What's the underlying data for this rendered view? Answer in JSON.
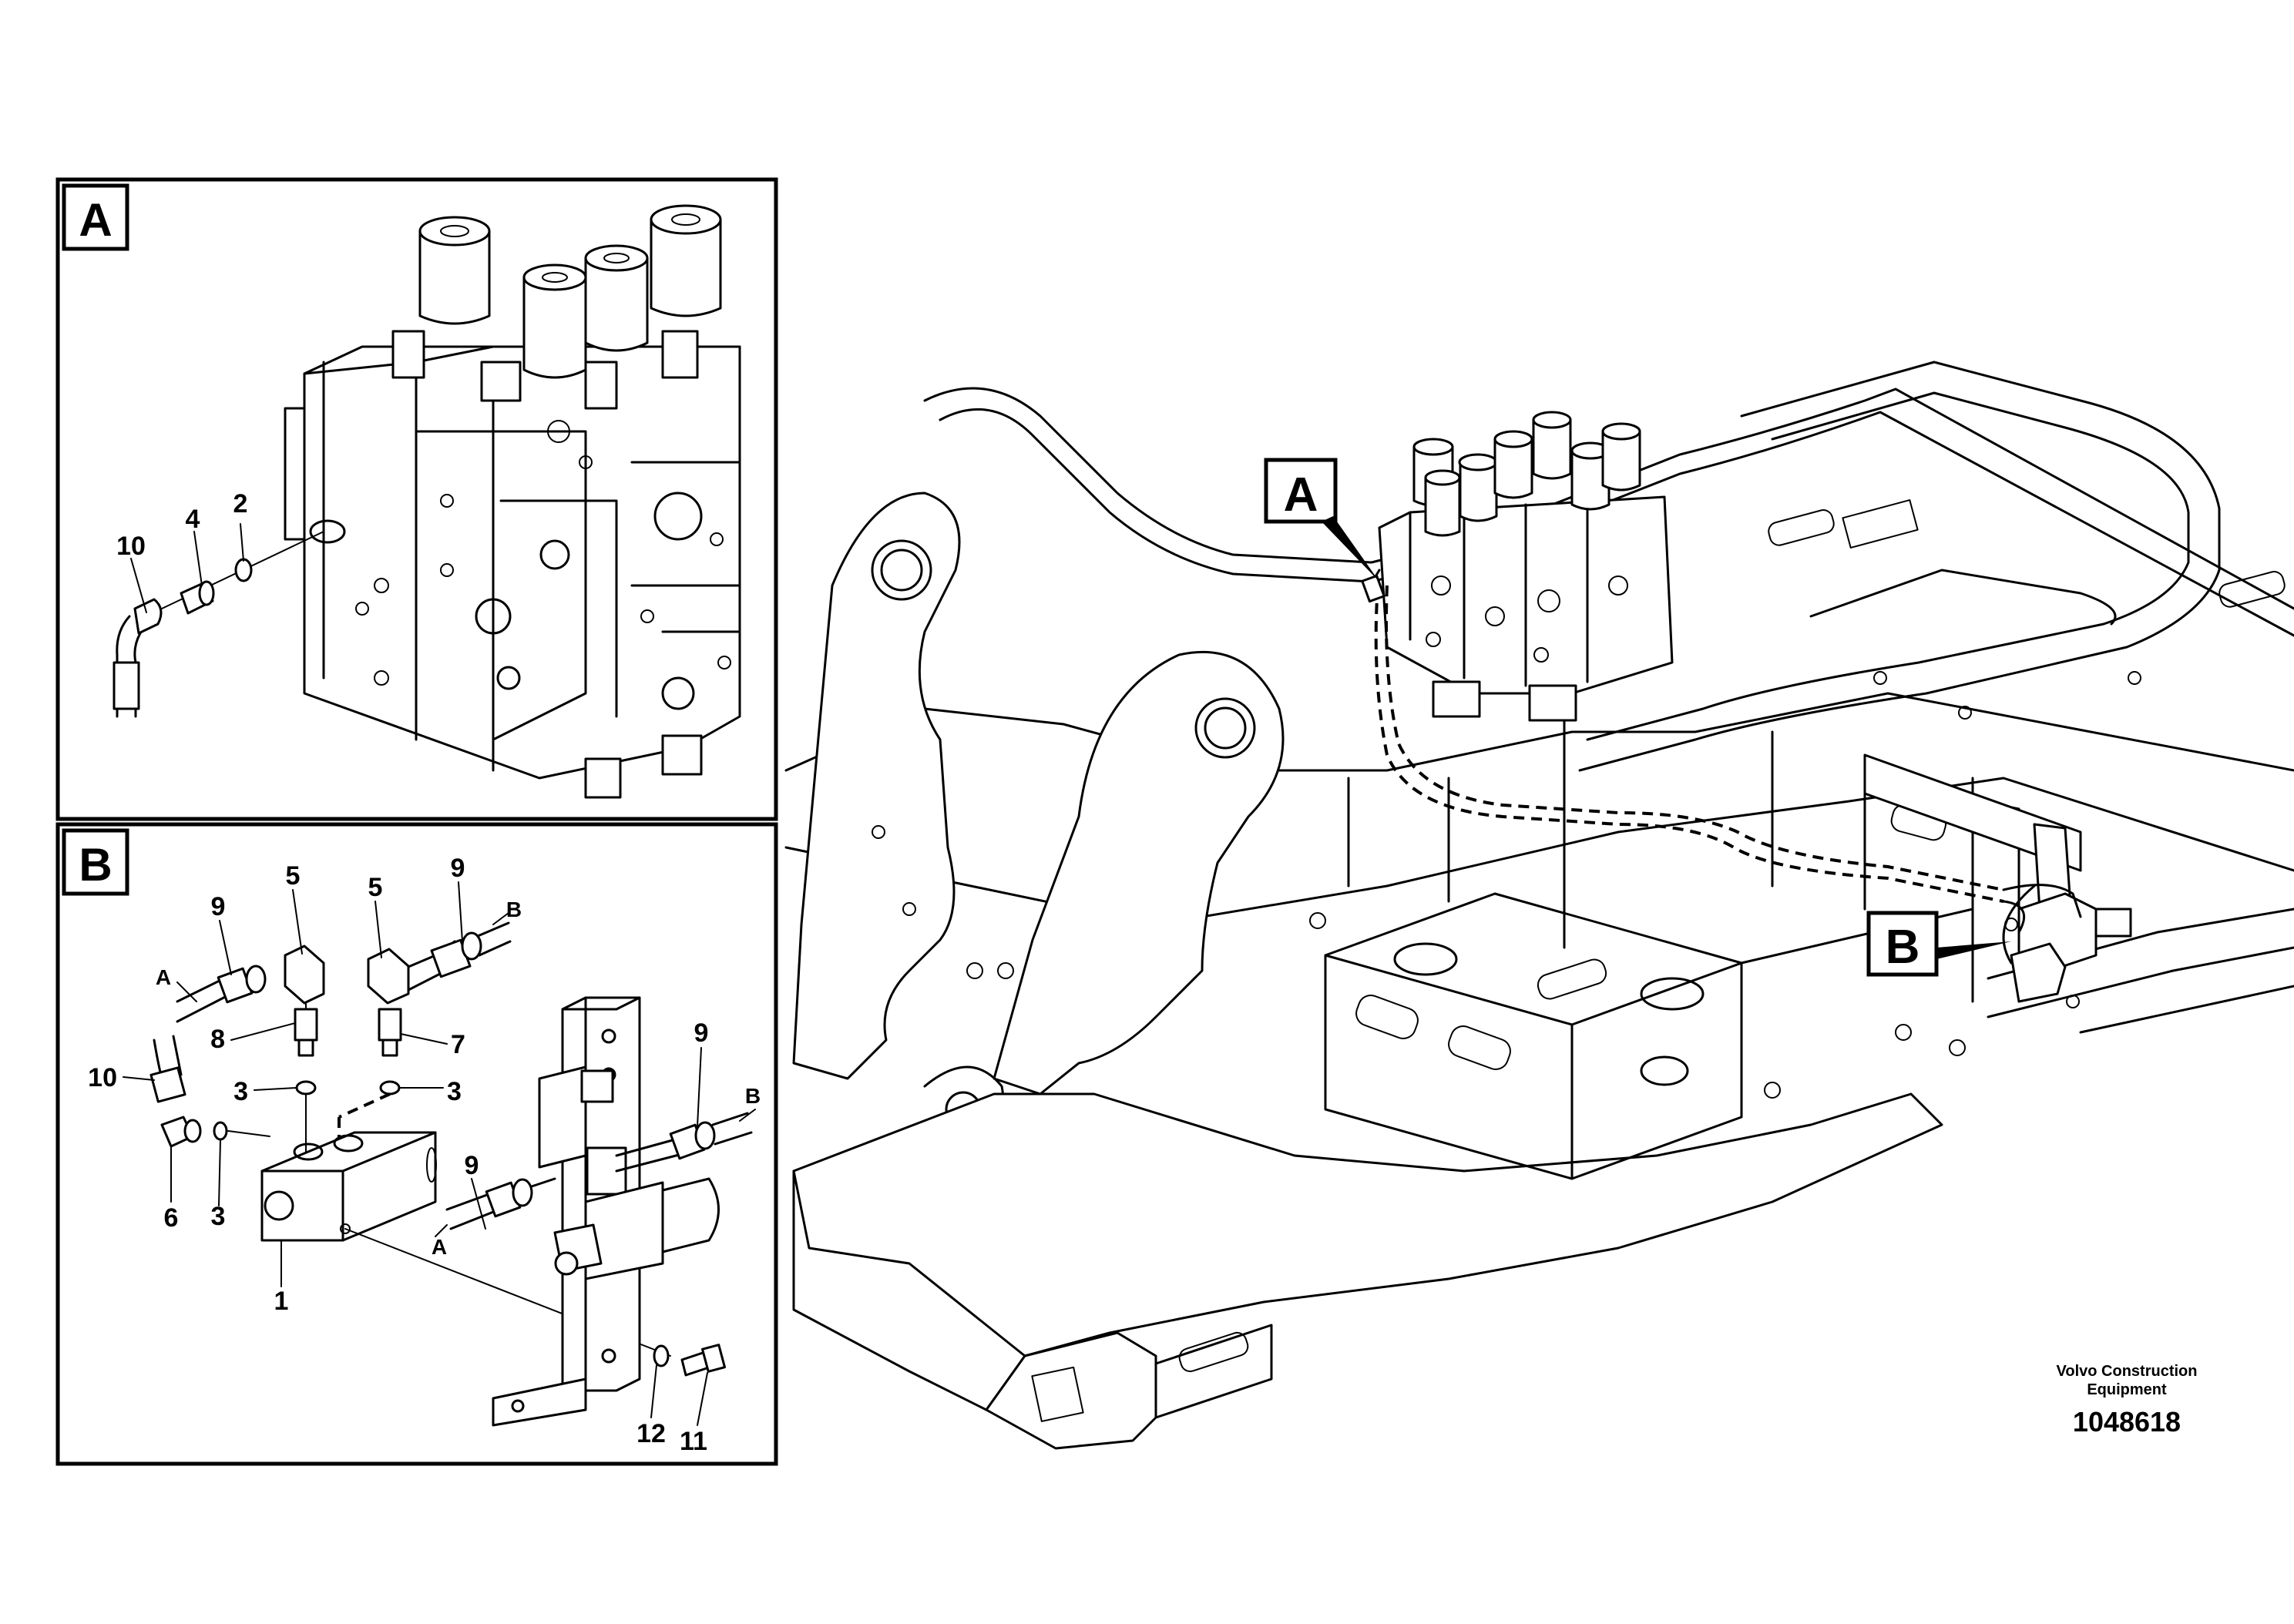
{
  "callouts": {
    "panel_a": "A",
    "panel_b": "B",
    "main_a": "A",
    "main_b": "B"
  },
  "panel_a_labels": [
    "10",
    "4",
    "2"
  ],
  "panel_b_labels": {
    "p5a": "5",
    "p5b": "5",
    "p9a": "9",
    "p9b": "9",
    "p9c": "9",
    "p9d": "9",
    "p8": "8",
    "p7": "7",
    "p3a": "3",
    "p3b": "3",
    "p3c": "3",
    "p10": "10",
    "p6": "6",
    "p1": "1",
    "p12": "12",
    "p11": "11",
    "hose_a1": "A",
    "hose_a2": "A",
    "hose_b1": "B",
    "hose_b2": "B"
  },
  "footer": {
    "company_line1": "Volvo Construction",
    "company_line2": "Equipment",
    "drawing_number": "1048618"
  }
}
